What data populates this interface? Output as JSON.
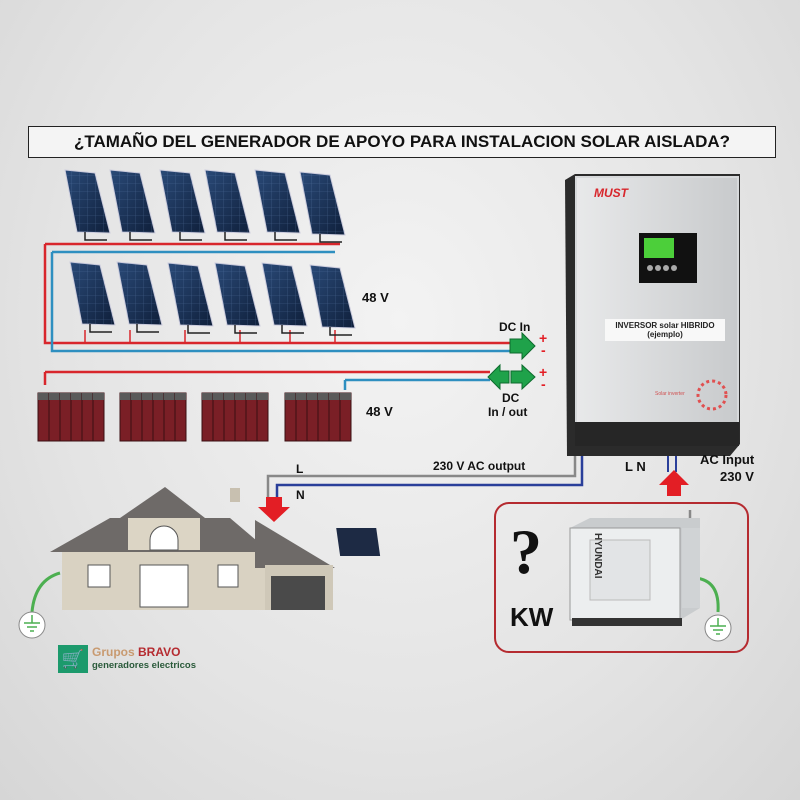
{
  "title": "¿TAMAÑO DEL GENERADOR DE APOYO PARA INSTALACION SOLAR AISLADA?",
  "panels_voltage": "48 V",
  "battery_voltage": "48 V",
  "dc_in": "DC In",
  "dc_inout_1": "DC",
  "dc_inout_2": "In / out",
  "plus": "+",
  "minus": "-",
  "inverter": {
    "brand": "MUST",
    "label_1": "INVERSOR solar HIBRIDO",
    "label_2": "(ejemplo)",
    "sublabel": "Solar inverter"
  },
  "ac_output": "230 V AC output",
  "line_l": "L",
  "line_n": "N",
  "ln": "L N",
  "ac_input_1": "AC Input",
  "ac_input_2": "230 V",
  "question": "?",
  "kw": "KW",
  "generator_brand": "HYUNDAI",
  "logo": {
    "line1a": "Grupos",
    "line1b": "BRAVO",
    "line2": "generadores electricos"
  },
  "colors": {
    "red": "#d8262c",
    "blue": "#2e8fc0",
    "green": "#1fa24a"
  }
}
